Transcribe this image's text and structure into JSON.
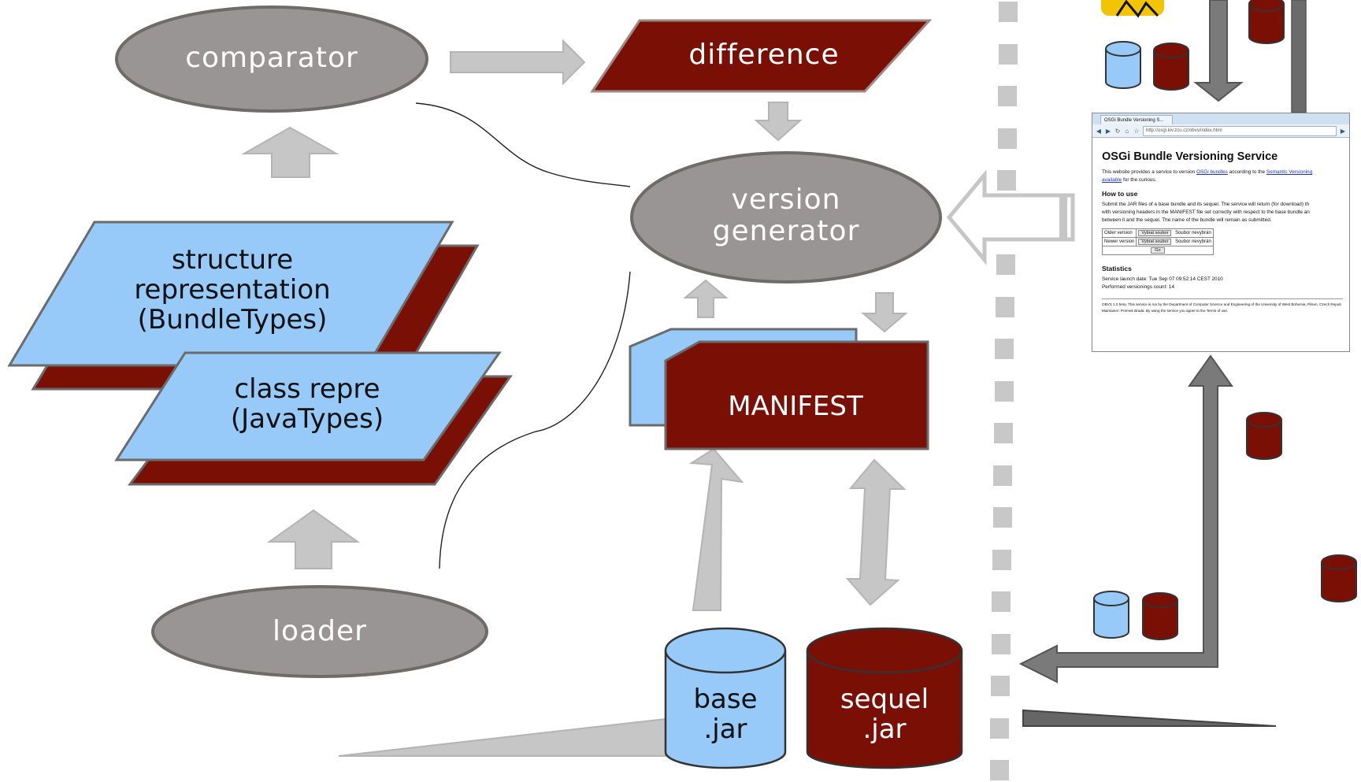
{
  "nodes": {
    "comparator": "comparator",
    "difference": "difference",
    "version_generator": [
      "version",
      "generator"
    ],
    "structure_representation": [
      "structure",
      "representation",
      "(BundleTypes)"
    ],
    "class_representation": [
      "class repre",
      "(JavaTypes)"
    ],
    "manifest": "MANIFEST",
    "loader": "loader",
    "base_jar": [
      "base",
      ".jar"
    ],
    "sequel_jar": [
      "sequel",
      ".jar"
    ]
  },
  "colors": {
    "ellipse_fill": "#9a9595",
    "ellipse_stroke": "#6f6b6b",
    "dark_red": "#7a0f06",
    "light_blue": "#97caf9",
    "arrow_light": "#c6c6c6",
    "arrow_dark": "#6b6b6b",
    "divider": "#c8c8c8"
  },
  "browser": {
    "tab_title": "OSGi Bundle Versioning S...",
    "url": "http://osgi.kiv.zcu.cz/obvs/index.html",
    "title": "OSGi Bundle Versioning Service",
    "intro_text": "This website provides a service to version",
    "intro_link1": "OSGi bundles",
    "intro_mid": "according to the",
    "intro_link2": "Semantic Versioning",
    "intro_line2_link": "available",
    "intro_line2_rest": "for the curious.",
    "howto_heading": "How to use",
    "howto_lines": [
      "Submit the JAR files of a base bundle and its sequel. The service will return (for download) th",
      "with versioning headers in the MANIFEST file set correctly with respect to the base bundle an",
      "between it and the sequel. The name of the bundle will remain as submitted."
    ],
    "form": {
      "older_label": "Older version",
      "newer_label": "Newer version",
      "file_button": "Vybrat soubor",
      "no_file": "Soubor nevybrán",
      "go_button": "Go"
    },
    "stats_heading": "Statistics",
    "stats_lines": [
      "Service launch date: Tue Sep 07 09:52:14 CEST 2010",
      "Performed versionings count: 14"
    ],
    "footer_lines": [
      "OBVS 1.0 beta. This service is run by the Department of Computer Science and Engineering of the University of West Bohemia, Pilsen, Czech Repub",
      "Maintainer: Premek Brada. By using the service you agree to the Terms of use."
    ]
  }
}
